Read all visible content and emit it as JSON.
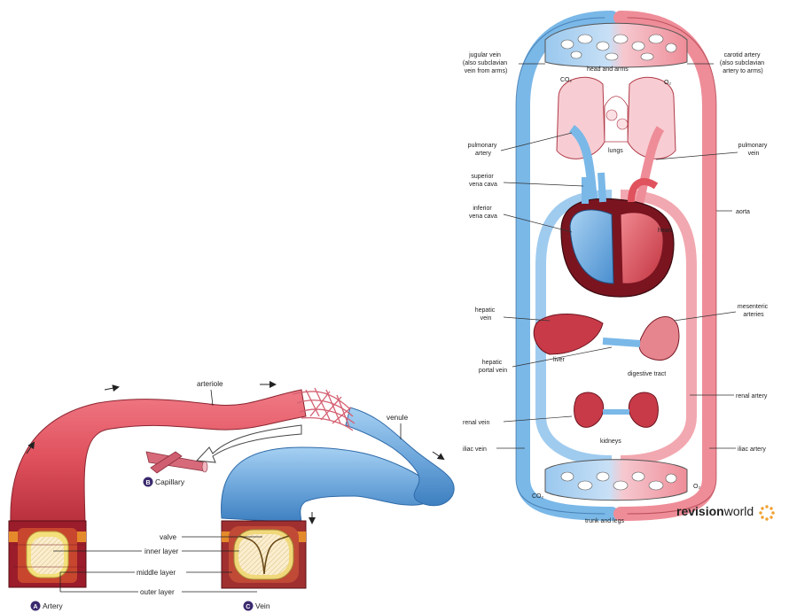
{
  "colors": {
    "arterial": "#e0525e",
    "arterial_dark": "#b8303c",
    "arterial_light": "#f2a8b0",
    "venous": "#7ab8e8",
    "venous_dark": "#3d7fc0",
    "venous_light": "#c4def4",
    "badge": "#3b2a6e",
    "outline": "#333333"
  },
  "vessels": {
    "labels": {
      "arteriole": "arteriole",
      "venule": "venule",
      "capillary": "Capillary",
      "artery": "Artery",
      "vein": "Vein",
      "valve": "valve",
      "inner_layer": "inner layer",
      "middle_layer": "middle layer",
      "outer_layer": "outer layer"
    },
    "badges": {
      "a": "A",
      "b": "B",
      "c": "C"
    }
  },
  "circulation": {
    "labels": {
      "jugular_vein": [
        "jugular vein",
        "(also subclavian",
        "vein from arms)"
      ],
      "head_and_arms": "head and arms",
      "carotid_artery": [
        "carotid artery",
        "(also subclavian",
        "artery to arms)"
      ],
      "co2": "CO₂",
      "o2": "O₂",
      "pulmonary_artery": [
        "pulmonary",
        "artery"
      ],
      "lungs": "lungs",
      "pulmonary_vein": [
        "pulmonary",
        "vein"
      ],
      "superior_vena_cava": [
        "superior",
        "vena cava"
      ],
      "inferior_vena_cava": [
        "inferior",
        "vena cava"
      ],
      "aorta": "aorta",
      "heart": "heart",
      "hepatic_vein": [
        "hepatic",
        "vein"
      ],
      "mesenteric_arteries": [
        "mesenteric",
        "arteries"
      ],
      "liver": "liver",
      "hepatic_portal_vein": [
        "hepatic",
        "portal vein"
      ],
      "digestive_tract": "digestive tract",
      "renal_artery": "renal artery",
      "renal_vein": "renal vein",
      "kidneys": "kidneys",
      "iliac_vein": "iliac vein",
      "iliac_artery": "iliac artery",
      "trunk_and_legs": "trunk and legs"
    }
  },
  "brand": {
    "part1": "revision",
    "part2": "world"
  }
}
